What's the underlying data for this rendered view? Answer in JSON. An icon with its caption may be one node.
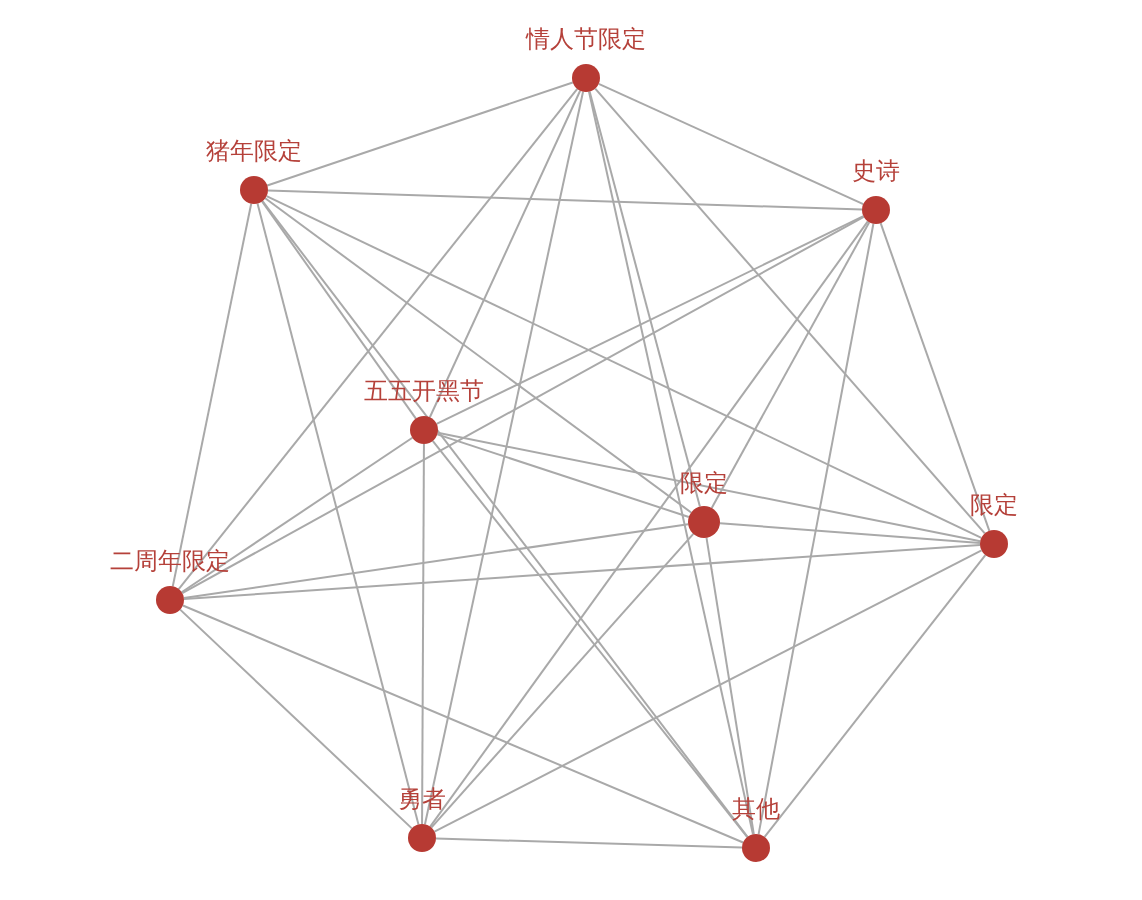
{
  "diagram": {
    "nodes": [
      {
        "text": [],
        "shape": "circle",
        "beside": [
          "情人节限定"
        ]
      },
      {
        "text": [],
        "shape": "circle",
        "beside": [
          "猪年限定"
        ]
      },
      {
        "text": [],
        "shape": "circle",
        "beside": [
          "史诗"
        ]
      },
      {
        "text": [],
        "shape": "circle",
        "beside": [
          "五五开黑节"
        ]
      },
      {
        "text": [],
        "shape": "circle",
        "beside": [
          "限定"
        ]
      },
      {
        "text": [],
        "shape": "circle",
        "beside": [
          "限定"
        ]
      },
      {
        "text": [],
        "shape": "circle",
        "beside": [
          "二周年限定"
        ]
      },
      {
        "text": [],
        "shape": "circle",
        "beside": [
          "勇者"
        ]
      },
      {
        "text": [],
        "shape": "circle",
        "beside": [
          "其他"
        ]
      }
    ],
    "edges": [
      {
        "from": 0,
        "to": 1,
        "arrow": "none"
      },
      {
        "from": 0,
        "to": 2,
        "arrow": "none"
      },
      {
        "from": 0,
        "to": 3,
        "arrow": "none"
      },
      {
        "from": 0,
        "to": 4,
        "arrow": "none"
      },
      {
        "from": 0,
        "to": 5,
        "arrow": "none"
      },
      {
        "from": 0,
        "to": 6,
        "arrow": "none"
      },
      {
        "from": 0,
        "to": 7,
        "arrow": "none"
      },
      {
        "from": 0,
        "to": 8,
        "arrow": "none"
      },
      {
        "from": 1,
        "to": 2,
        "arrow": "none"
      },
      {
        "from": 1,
        "to": 3,
        "arrow": "none"
      },
      {
        "from": 1,
        "to": 4,
        "arrow": "none"
      },
      {
        "from": 1,
        "to": 5,
        "arrow": "none"
      },
      {
        "from": 1,
        "to": 6,
        "arrow": "none"
      },
      {
        "from": 1,
        "to": 7,
        "arrow": "none"
      },
      {
        "from": 1,
        "to": 8,
        "arrow": "none"
      },
      {
        "from": 2,
        "to": 3,
        "arrow": "none"
      },
      {
        "from": 2,
        "to": 4,
        "arrow": "none"
      },
      {
        "from": 2,
        "to": 5,
        "arrow": "none"
      },
      {
        "from": 2,
        "to": 6,
        "arrow": "none"
      },
      {
        "from": 2,
        "to": 7,
        "arrow": "none"
      },
      {
        "from": 2,
        "to": 8,
        "arrow": "none"
      },
      {
        "from": 3,
        "to": 4,
        "arrow": "none"
      },
      {
        "from": 3,
        "to": 5,
        "arrow": "none"
      },
      {
        "from": 3,
        "to": 6,
        "arrow": "none"
      },
      {
        "from": 3,
        "to": 7,
        "arrow": "none"
      },
      {
        "from": 3,
        "to": 8,
        "arrow": "none"
      },
      {
        "from": 4,
        "to": 5,
        "arrow": "none"
      },
      {
        "from": 4,
        "to": 6,
        "arrow": "none"
      },
      {
        "from": 4,
        "to": 7,
        "arrow": "none"
      },
      {
        "from": 4,
        "to": 8,
        "arrow": "none"
      },
      {
        "from": 5,
        "to": 6,
        "arrow": "none"
      },
      {
        "from": 5,
        "to": 7,
        "arrow": "none"
      },
      {
        "from": 5,
        "to": 8,
        "arrow": "none"
      },
      {
        "from": 6,
        "to": 7,
        "arrow": "none"
      },
      {
        "from": 6,
        "to": 8,
        "arrow": "none"
      },
      {
        "from": 7,
        "to": 8,
        "arrow": "none"
      }
    ]
  }
}
